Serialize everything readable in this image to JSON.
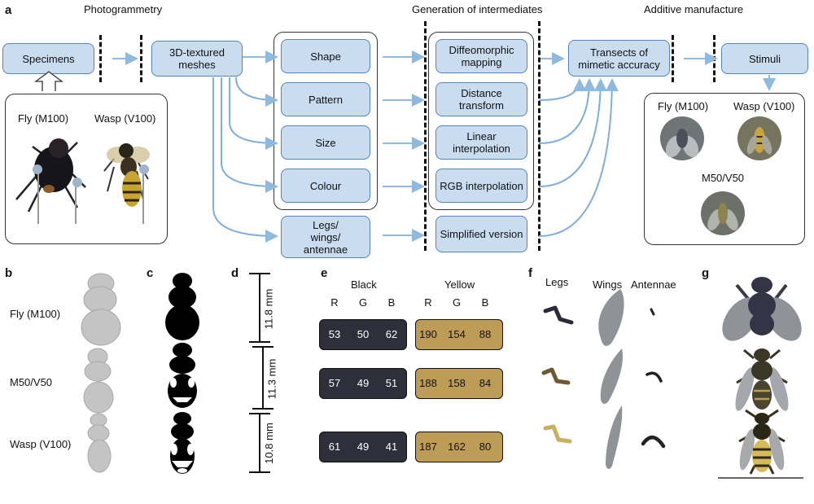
{
  "panel_labels": {
    "a": "a",
    "b": "b",
    "c": "c",
    "d": "d",
    "e": "e",
    "f": "f",
    "g": "g"
  },
  "sections": {
    "photogrammetry": "Photogrammetry",
    "generation": "Generation of intermediates",
    "additive": "Additive manufacture"
  },
  "flow": {
    "specimens": "Specimens",
    "meshes": "3D-textured meshes",
    "features": {
      "shape": "Shape",
      "pattern": "Pattern",
      "size": "Size",
      "colour": "Colour",
      "legs": "Legs/ wings/ antennae"
    },
    "methods": {
      "diffeo": "Diffeomorphic mapping",
      "distance": "Distance transform",
      "linear": "Linear interpolation",
      "rgb": "RGB interpolation",
      "simplified": "Simplified version"
    },
    "transects": "Transects of mimetic accuracy",
    "stimuli": "Stimuli"
  },
  "specimen_photos": {
    "fly": "Fly (M100)",
    "wasp": "Wasp (V100)"
  },
  "stimuli_photos": {
    "fly": "Fly (M100)",
    "wasp": "Wasp (V100)",
    "mid": "M50/V50"
  },
  "panel_b": {
    "rows": [
      "Fly (M100)",
      "M50/V50",
      "Wasp (V100)"
    ]
  },
  "panel_d": {
    "sizes": [
      "11.8 mm",
      "11.3 mm",
      "10.8 mm"
    ]
  },
  "panel_e": {
    "black_title": "Black",
    "yellow_title": "Yellow",
    "channels": [
      "R",
      "G",
      "B"
    ],
    "black_color": "#2f2f3c",
    "yellow_color": "#bd9c58",
    "rows": [
      {
        "black": [
          53,
          50,
          62
        ],
        "yellow": [
          190,
          154,
          88
        ]
      },
      {
        "black": [
          57,
          49,
          51
        ],
        "yellow": [
          188,
          158,
          84
        ]
      },
      {
        "black": [
          61,
          49,
          41
        ],
        "yellow": [
          187,
          162,
          80
        ]
      }
    ]
  },
  "panel_f": {
    "legs": "Legs",
    "wings": "Wings",
    "antennae": "Antennae"
  },
  "colors": {
    "box_fill": "#c9dcf0",
    "box_border": "#4f86bb",
    "arrow": "#8fb9df"
  }
}
